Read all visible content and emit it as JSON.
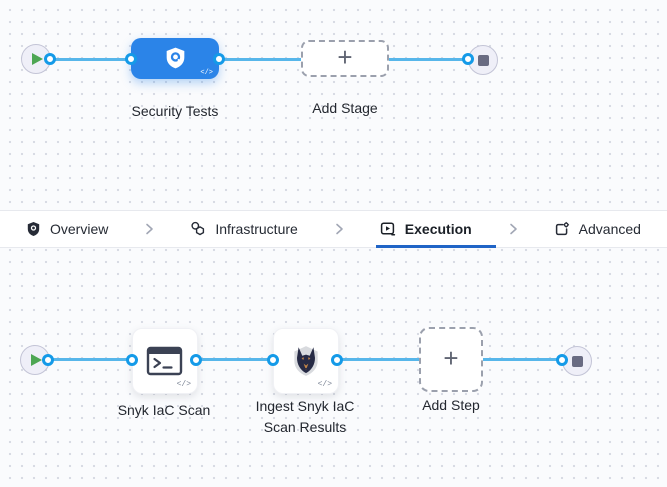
{
  "stage_graph": {
    "stage_label": "Security Tests",
    "add_stage_label": "Add Stage"
  },
  "tab_bar": {
    "tabs": [
      {
        "label": "Overview",
        "icon": "shield-icon",
        "selected": false
      },
      {
        "label": "Infrastructure",
        "icon": "hexagon-nodes-icon",
        "selected": false
      },
      {
        "label": "Execution",
        "icon": "play-square-icon",
        "selected": true
      },
      {
        "label": "Advanced",
        "icon": "card-gear-icon",
        "selected": false
      }
    ]
  },
  "step_graph": {
    "steps": [
      {
        "label": "Snyk IaC Scan",
        "icon": "terminal-icon"
      },
      {
        "label": "Ingest Snyk IaC Scan Results",
        "icon": "snyk-dog-icon"
      }
    ],
    "add_step_label": "Add Step"
  },
  "glyphs": {
    "plus": "+",
    "code": "</>"
  },
  "colors": {
    "stage_node_blue": "#2b84e8",
    "connector_line_blue": "#57b6ea",
    "connector_dot_blue": "#149ae8",
    "selected_tab_underline": "#2064c6",
    "start_play_green": "#4da653",
    "end_stop_gray": "#696b82",
    "canvas_background": "#fafbfd"
  }
}
